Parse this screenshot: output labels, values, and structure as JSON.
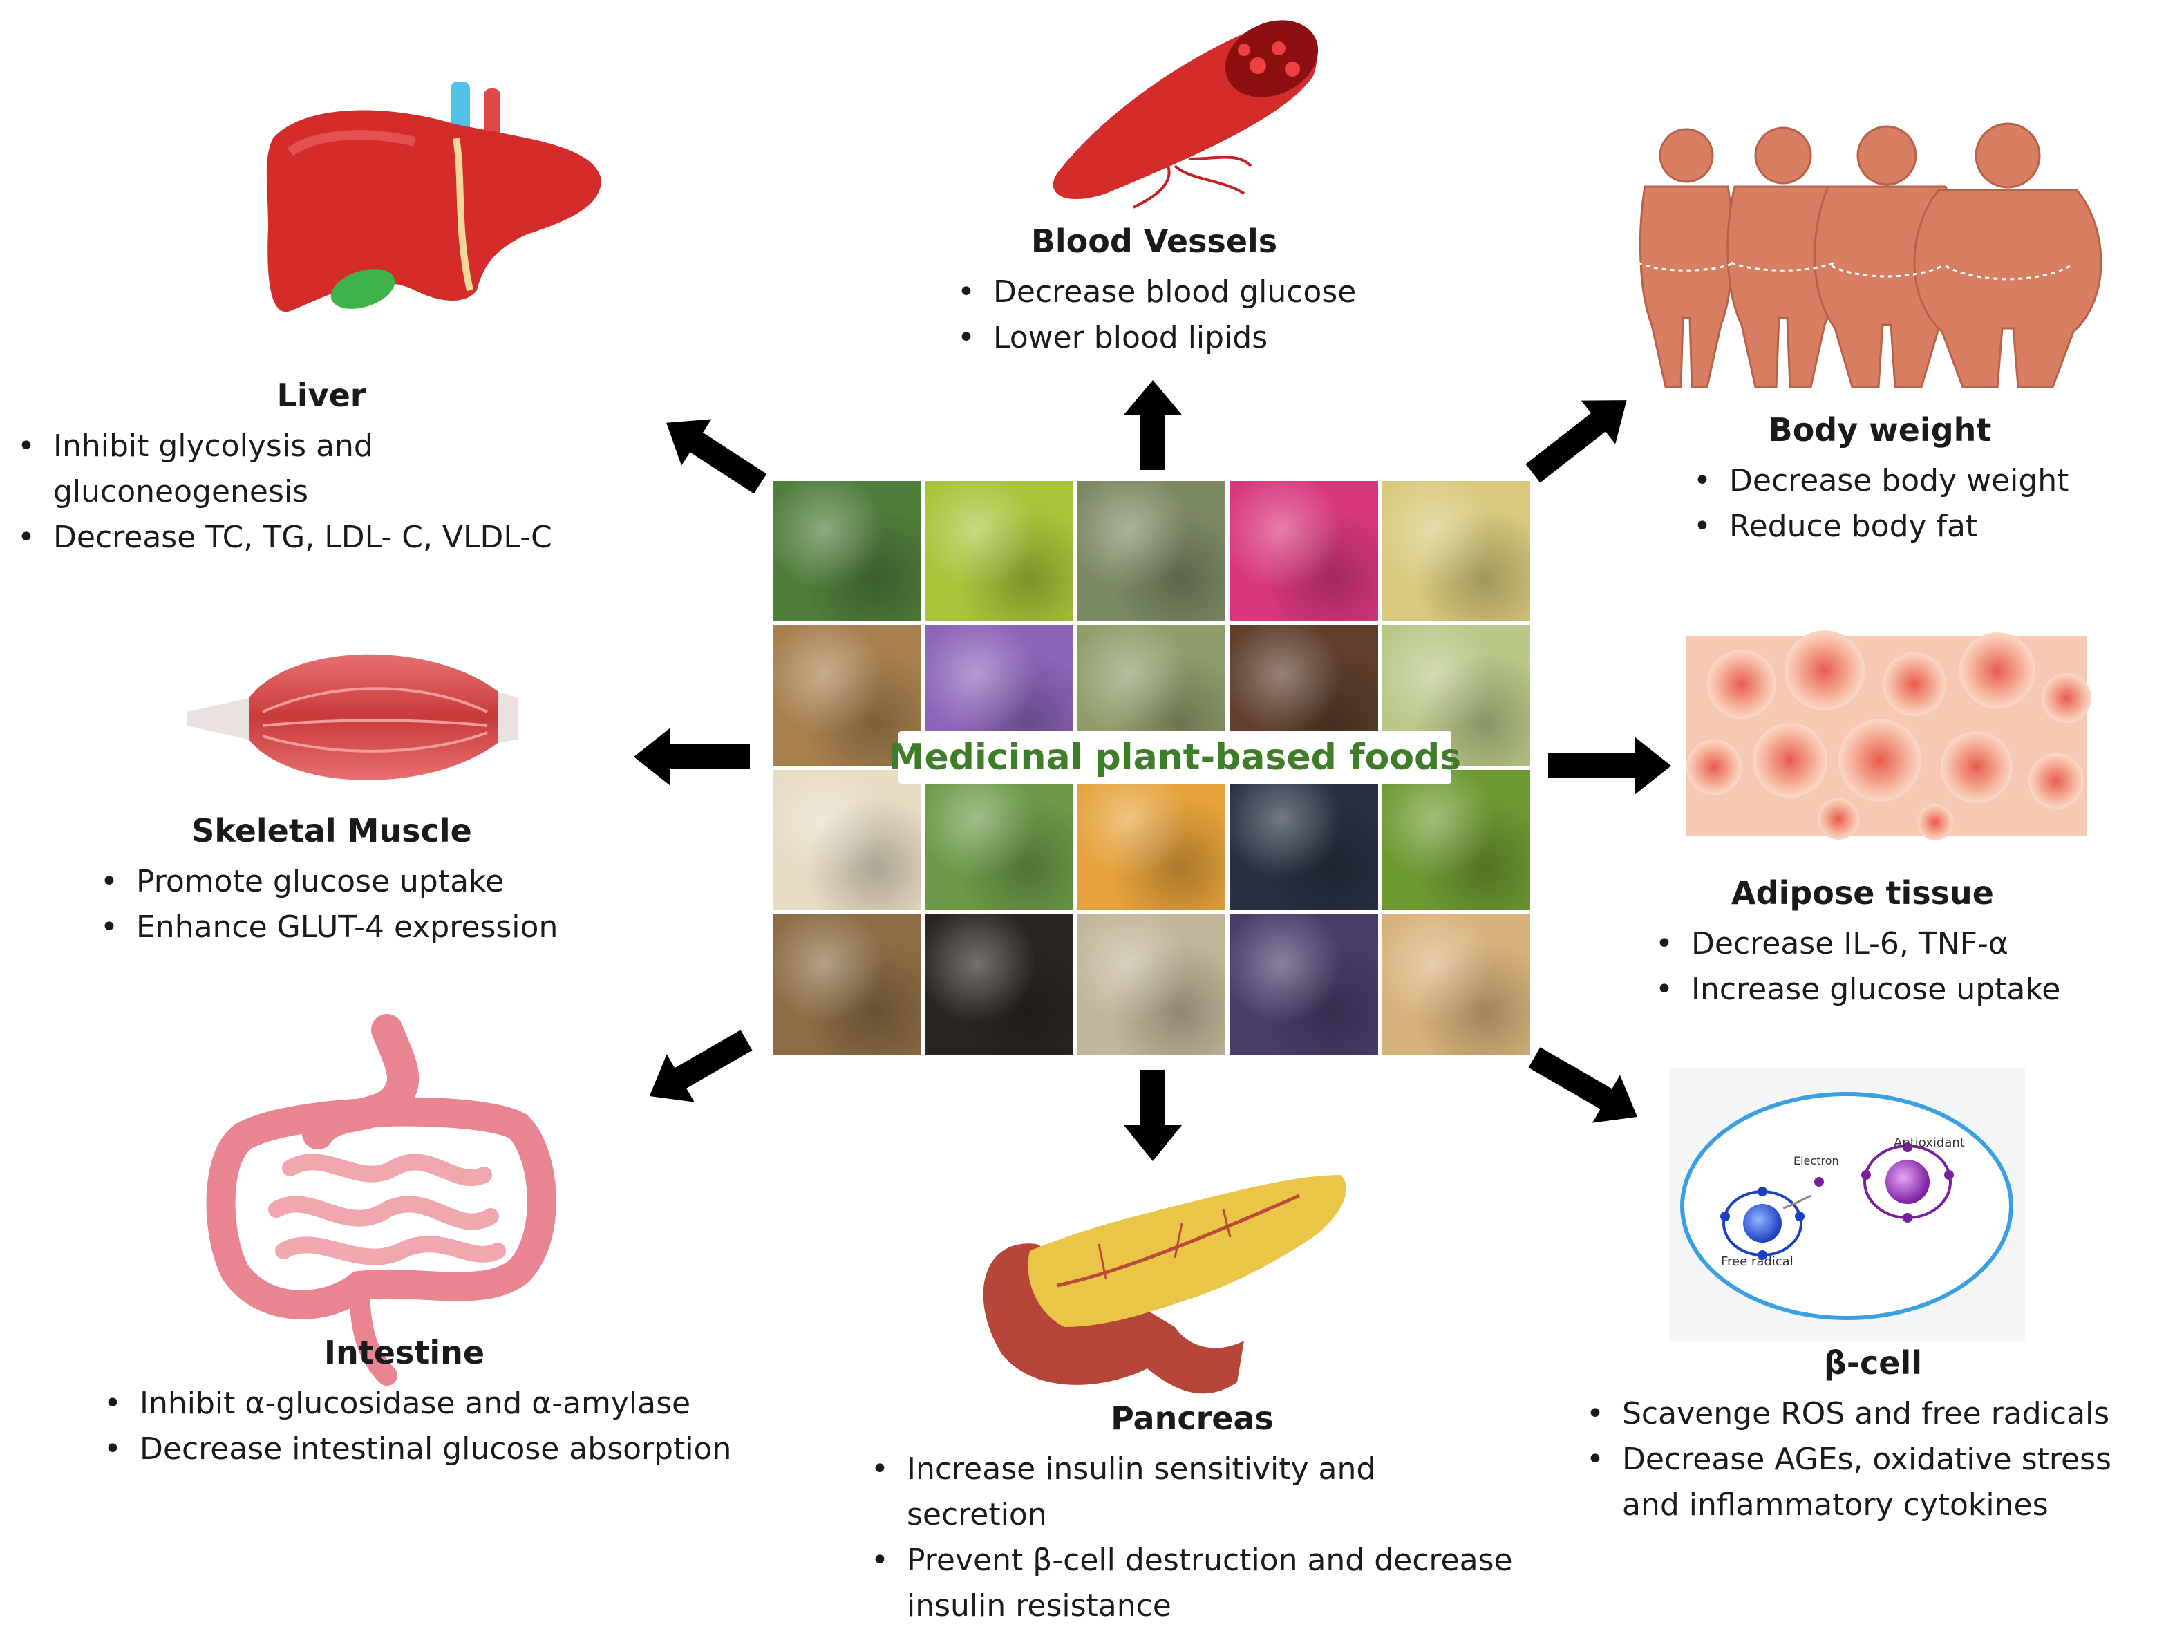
{
  "center": {
    "caption": "Medicinal plant-based foods",
    "tile_colors": [
      "#4f7d3a",
      "#a9c43a",
      "#7c8a64",
      "#d8377e",
      "#d8c97c",
      "#a7804e",
      "#8c64b8",
      "#8f9d6a",
      "#5e3e2c",
      "#b9c788",
      "#e7dcc4",
      "#6c9a48",
      "#e6a23b",
      "#283042",
      "#6e9a32",
      "#8c6c44",
      "#2a2522",
      "#c2b69a",
      "#4a3c6a",
      "#d8b27c"
    ]
  },
  "organs": {
    "liver": {
      "title": "Liver",
      "bullets": [
        "Inhibit glycolysis and gluconeogenesis",
        "Decrease TC, TG, LDL- C, VLDL-C"
      ]
    },
    "blood_vessels": {
      "title": "Blood Vessels",
      "bullets": [
        "Decrease blood glucose",
        "Lower blood lipids"
      ]
    },
    "body_weight": {
      "title": "Body weight",
      "bullets": [
        "Decrease body weight",
        "Reduce body fat"
      ]
    },
    "skeletal_muscle": {
      "title": "Skeletal Muscle",
      "bullets": [
        "Promote  glucose uptake",
        "Enhance GLUT-4 expression"
      ]
    },
    "adipose_tissue": {
      "title": "Adipose tissue",
      "bullets": [
        "Decrease IL-6, TNF-α",
        "Increase glucose uptake"
      ]
    },
    "intestine": {
      "title": "Intestine",
      "bullets": [
        "Inhibit α-glucosidase and α-amylase",
        "Decrease intestinal glucose absorption"
      ]
    },
    "pancreas": {
      "title": "Pancreas",
      "bullets": [
        "Increase insulin sensitivity and secretion",
        "Prevent  β-cell destruction and decrease insulin resistance"
      ]
    },
    "beta_cell": {
      "title": "β-cell",
      "bullets": [
        "Scavenge ROS and free radicals",
        "Decrease AGEs, oxidative stress and inflammatory cytokines"
      ],
      "illustration_labels": {
        "antioxidant": "Antioxidant",
        "electron": "Electron",
        "free_radical": "Free radical"
      }
    }
  },
  "colors": {
    "arrow": "#000000",
    "organ_red": "#d42b2b",
    "body_skin": "#d77e63",
    "muscle": "#d9484a",
    "intestine": "#f0a7ae",
    "pancreas": "#e9c548",
    "caption_green": "#3f7d2a"
  }
}
